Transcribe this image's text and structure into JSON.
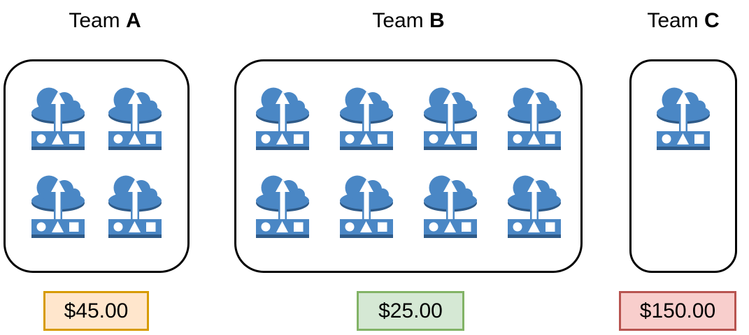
{
  "teams": [
    {
      "title_prefix": "Team ",
      "title_bold": "A",
      "instance_count": 4,
      "cost_label": "$45.00",
      "cost_bg": "#FFE6CC",
      "cost_border": "#D79B00"
    },
    {
      "title_prefix": "Team ",
      "title_bold": "B",
      "instance_count": 8,
      "cost_label": "$25.00",
      "cost_bg": "#D5E8D4",
      "cost_border": "#82B366"
    },
    {
      "title_prefix": "Team ",
      "title_bold": "C",
      "instance_count": 1,
      "cost_label": "$150.00",
      "cost_bg": "#F8CECC",
      "cost_border": "#B85450"
    }
  ],
  "icon": {
    "name": "cloud-upload-icon",
    "fill": "#4A87C5",
    "shade": "#2E5A88",
    "glyph_color": "#FFFFFF"
  },
  "box_border_color": "#000000",
  "background": "#FFFFFF"
}
